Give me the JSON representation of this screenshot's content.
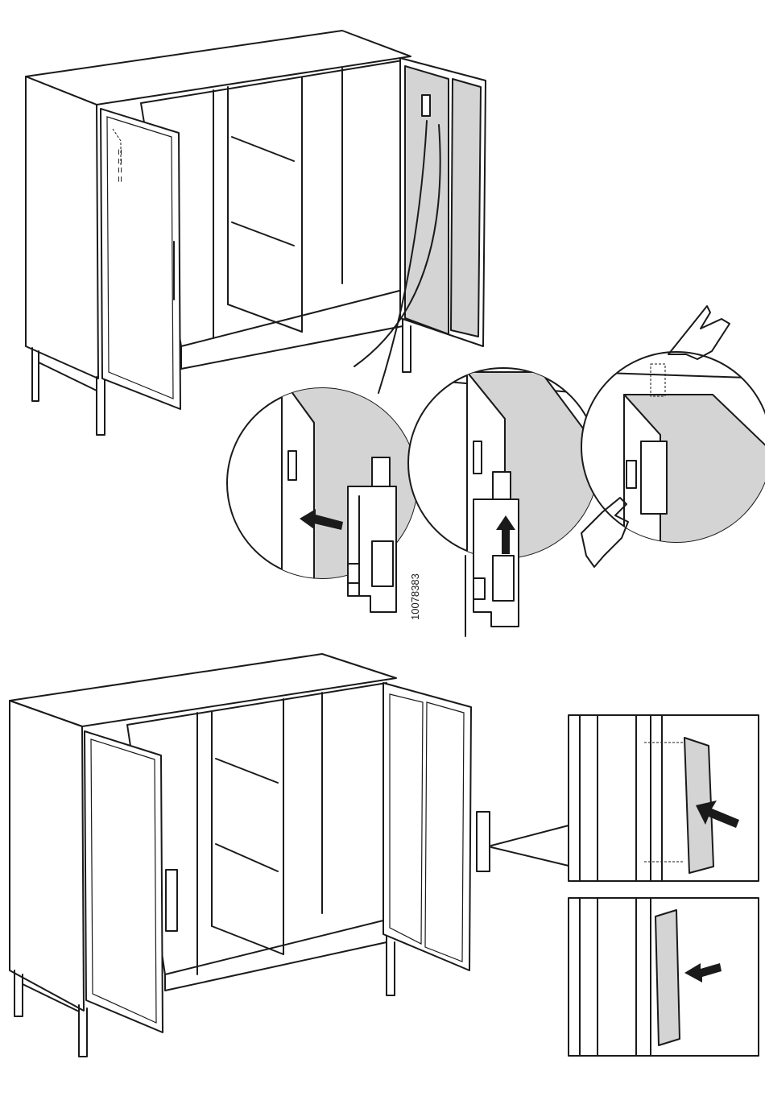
{
  "figure": {
    "article_code": "10078383",
    "colors": {
      "line": "#1a1a1a",
      "fill_grey": "#d4d4d4",
      "background": "#ffffff"
    },
    "steps": [
      {
        "id": "top",
        "description_icons": [
          "cabinet-open-doors",
          "magnifier-circle",
          "push-arrow",
          "up-arrow",
          "hand-press",
          "hand-pinch"
        ]
      },
      {
        "id": "bottom",
        "description_icons": [
          "cabinet-open-doors",
          "handle-detail",
          "push-arrow"
        ]
      }
    ]
  }
}
